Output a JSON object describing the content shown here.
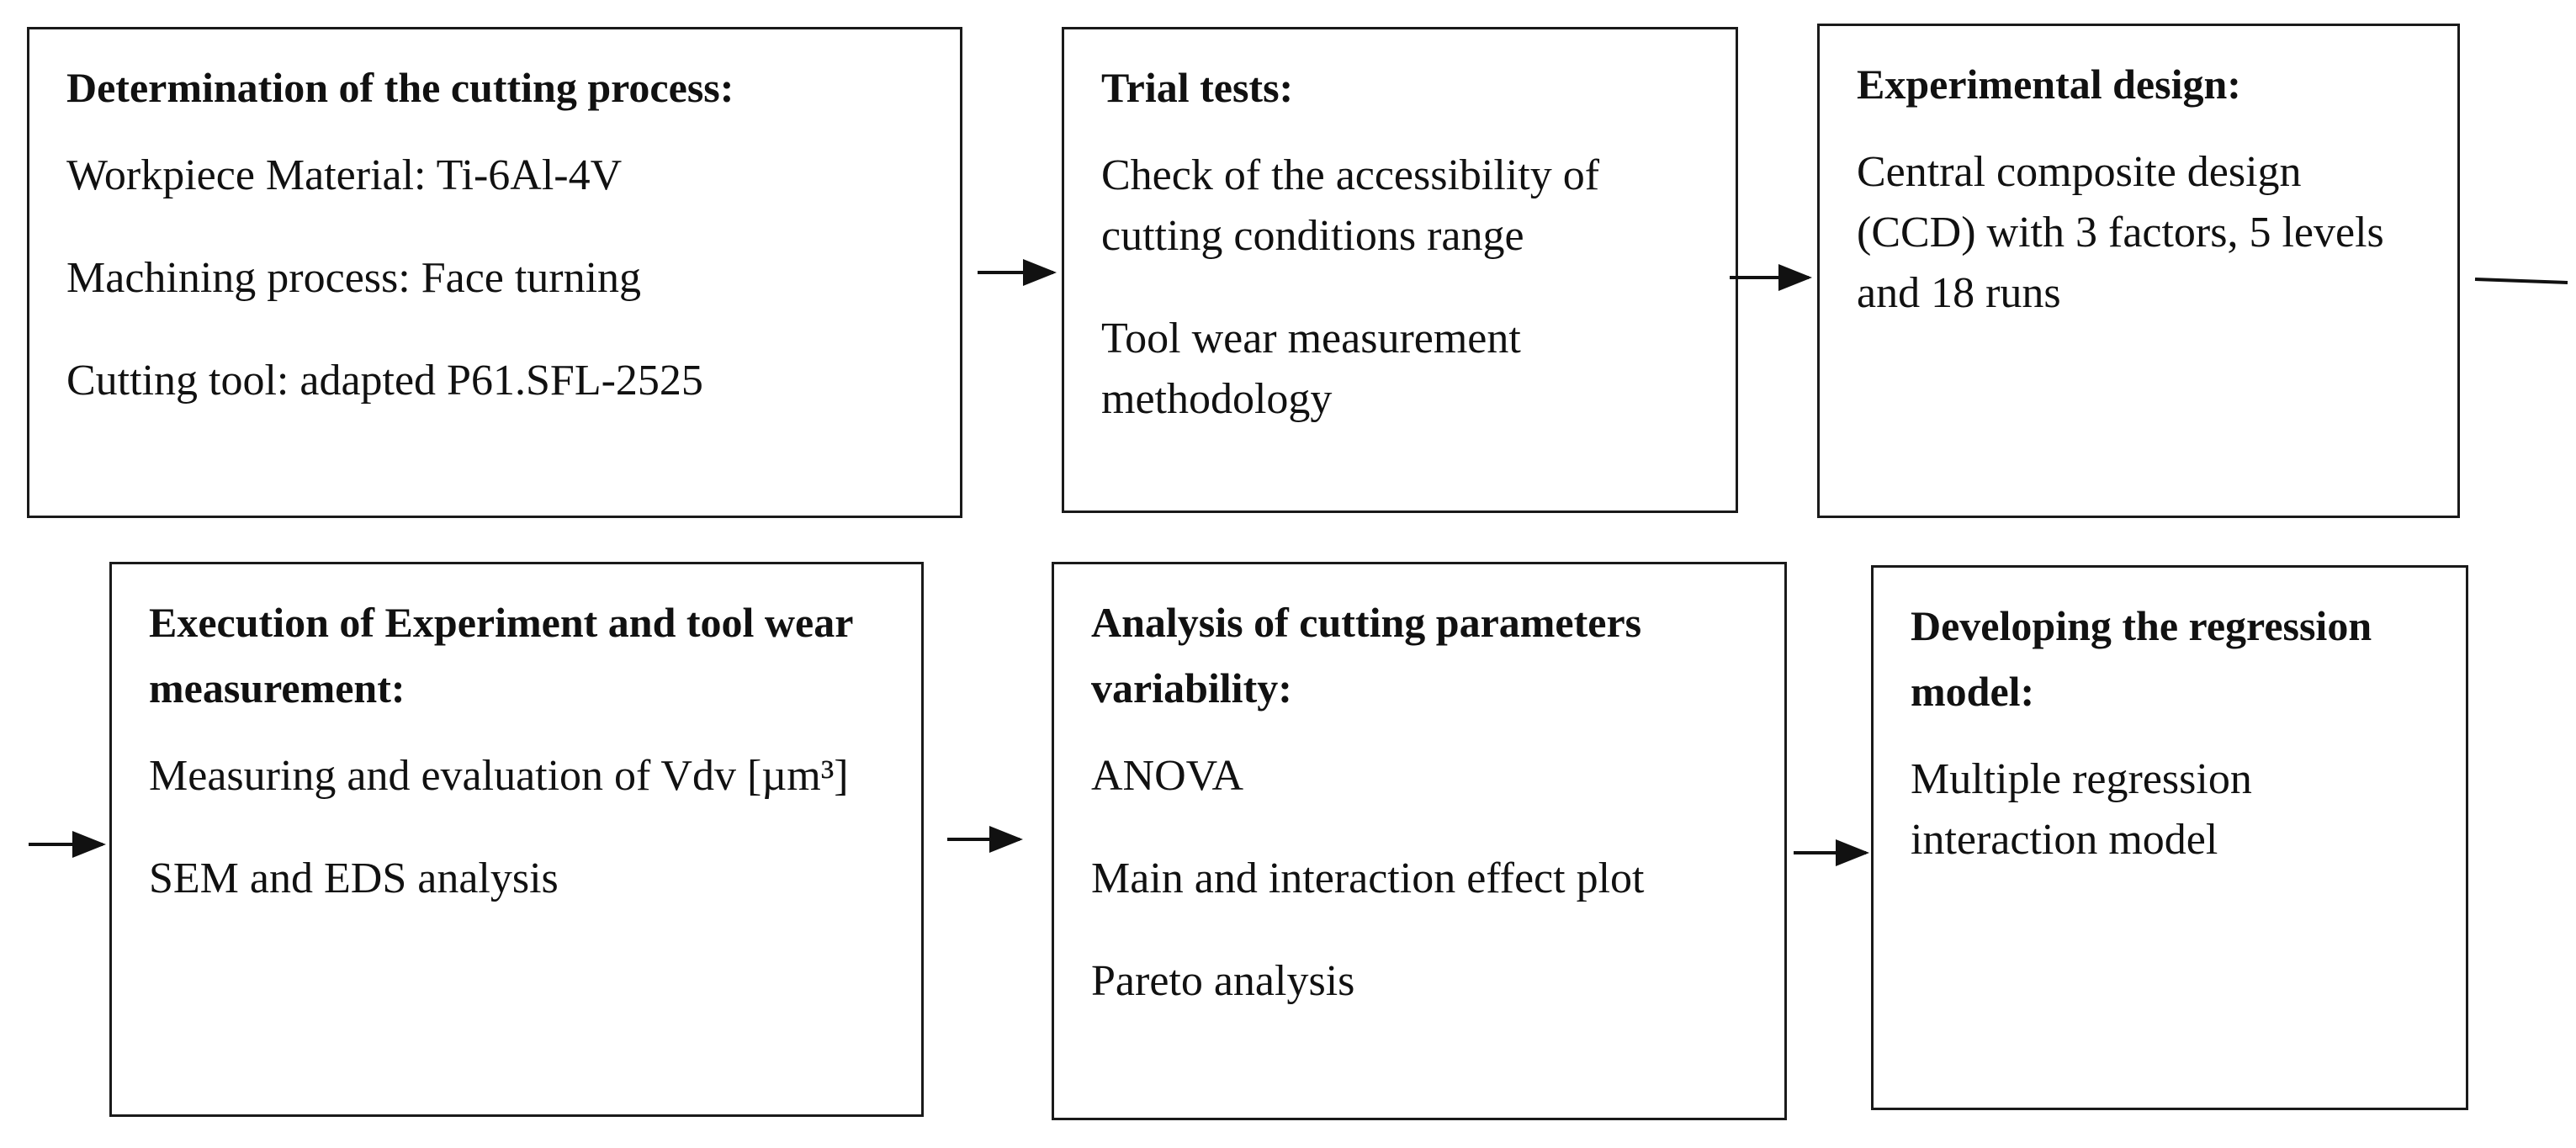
{
  "boxes": [
    {
      "title": "Determination of the cutting process:",
      "items": [
        "Workpiece Material: Ti-6Al-4V",
        "Machining process: Face turning",
        "Cutting tool: adapted P61.SFL-2525"
      ]
    },
    {
      "title": "Trial tests:",
      "items": [
        "Check of the accessibility of cutting conditions range",
        "Tool wear measurement methodology"
      ]
    },
    {
      "title": "Experimental design:",
      "items": [
        "Central composite design (CCD) with 3 factors, 5 levels and 18 runs"
      ]
    },
    {
      "title": "Execution of Experiment and tool wear measurement:",
      "items": [
        "Measuring and evaluation of Vdv [µm³]",
        "SEM and EDS analysis"
      ]
    },
    {
      "title": "Analysis of cutting parameters variability:",
      "items": [
        "ANOVA",
        "Main and interaction effect plot",
        "Pareto analysis"
      ]
    },
    {
      "title": "Developing the regression model:",
      "items": [
        "Multiple regression interaction model"
      ]
    }
  ]
}
